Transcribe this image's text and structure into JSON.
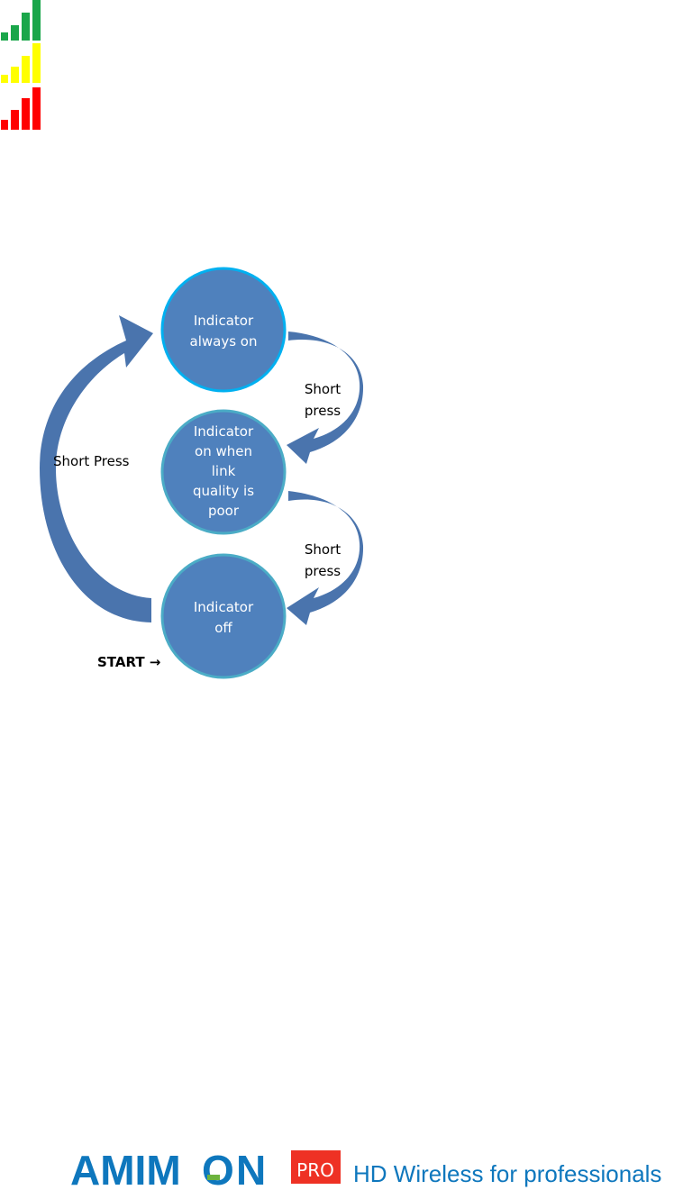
{
  "signal_icons": [
    {
      "name": "good",
      "color": "#1aa64a"
    },
    {
      "name": "medium",
      "color": "#ffff00"
    },
    {
      "name": "poor",
      "color": "#ff0000"
    }
  ],
  "diagram": {
    "states": [
      {
        "id": "always_on",
        "lines": [
          "Indicator",
          "always on"
        ]
      },
      {
        "id": "poor_link",
        "lines": [
          "Indicator",
          "on when",
          "link",
          "quality is",
          "poor"
        ]
      },
      {
        "id": "off",
        "lines": [
          "Indicator",
          "off"
        ]
      }
    ],
    "transitions": [
      {
        "lines": [
          "Short",
          "press"
        ]
      },
      {
        "lines": [
          "Short",
          "press"
        ]
      },
      {
        "lines": [
          "Short Press"
        ]
      }
    ],
    "start_label": "START →",
    "colors": {
      "fill": "#4f81bd",
      "ring_top": "#00b0f0",
      "ring": "#4bacc6",
      "arrow": "#4a74ad"
    }
  },
  "footer": {
    "brand_left": "AMIM",
    "brand_o": "O",
    "brand_right": "N",
    "badge": "PRO",
    "tagline": "HD Wireless for professionals",
    "colors": {
      "brand": "#0e77bd",
      "badge": "#ee3124",
      "accent": "#6cb33e"
    }
  }
}
